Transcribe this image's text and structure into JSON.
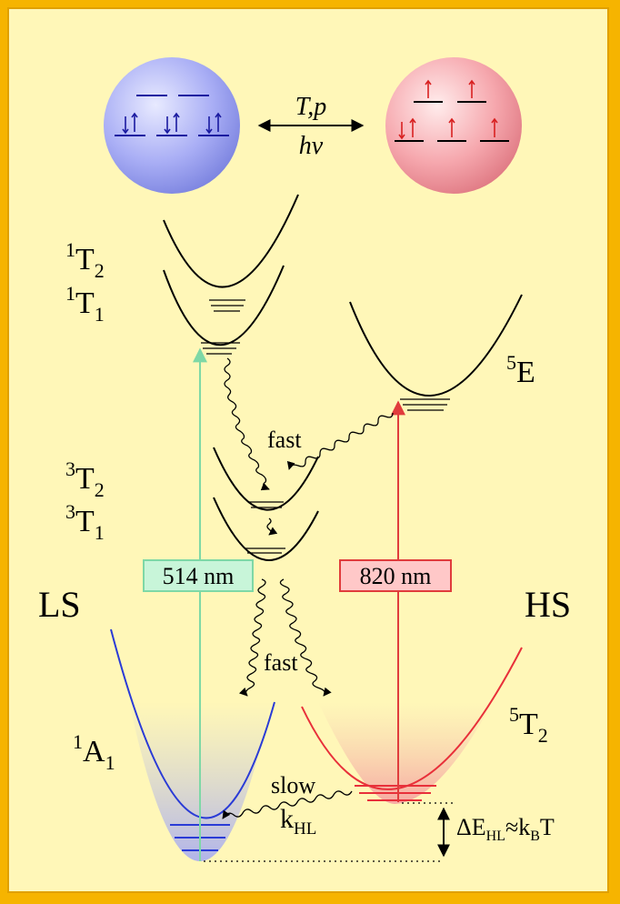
{
  "top": {
    "arrow_label_top": "T,p",
    "arrow_label_bottom": "hν"
  },
  "states": {
    "t2_1": {
      "base": "T",
      "sup": "1",
      "sub": "2"
    },
    "t1_1": {
      "base": "T",
      "sup": "1",
      "sub": "1"
    },
    "t2_3": {
      "base": "T",
      "sup": "3",
      "sub": "2"
    },
    "t1_3": {
      "base": "T",
      "sup": "3",
      "sub": "1"
    },
    "e_5": {
      "base": "E",
      "sup": "5"
    },
    "t2_5": {
      "base": "T",
      "sup": "5",
      "sub": "2"
    },
    "a1_1": {
      "base": "A",
      "sup": "1",
      "sub": "1"
    }
  },
  "spin": {
    "ls": "LS",
    "hs": "HS"
  },
  "excitation": {
    "green": {
      "label": "514 nm",
      "color": "#7ed8a6",
      "fill": "#c8f5d9"
    },
    "red": {
      "label": "820 nm",
      "color": "#e03c3c",
      "fill": "#ffc8c8"
    }
  },
  "relaxation": {
    "fast_upper": "fast",
    "fast_lower": "fast",
    "slow": "slow",
    "rate": {
      "base": "k",
      "sub": "HL"
    },
    "gap": {
      "prefix": "ΔE",
      "sub1": "HL",
      "mid": "≈k",
      "sub2": "B",
      "suffix": "T"
    }
  },
  "colors": {
    "background": "#fff7b8",
    "border": "#f6b400",
    "ls_curve": "#2a3bd6",
    "hs_curve": "#e8303a"
  }
}
